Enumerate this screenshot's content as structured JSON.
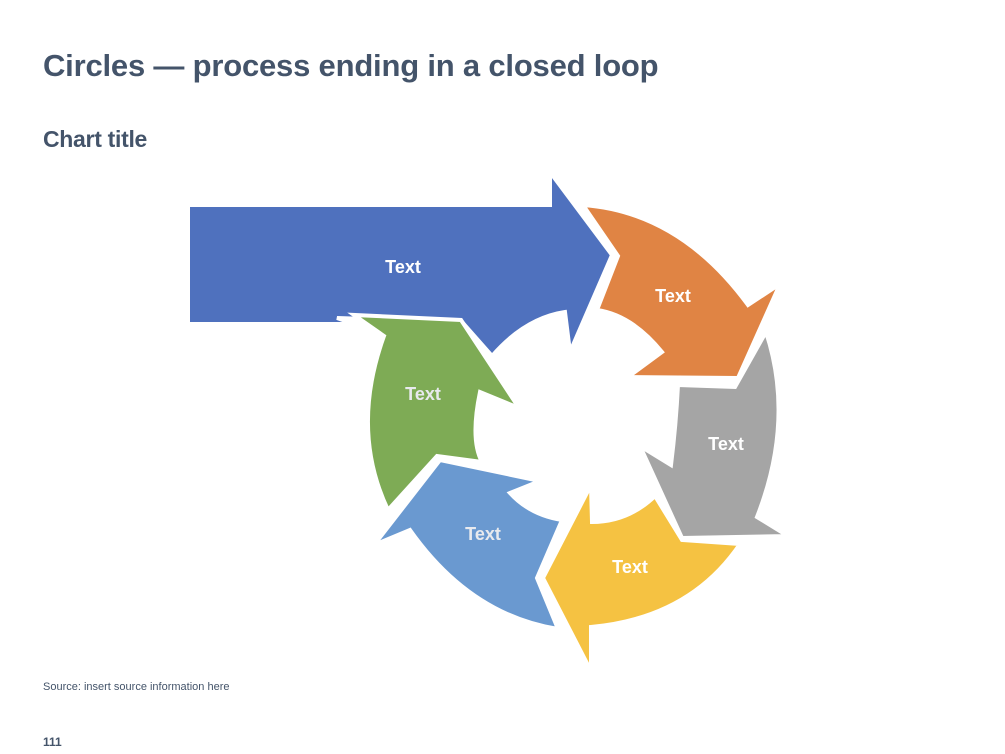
{
  "page": {
    "title": "Circles — process ending in a closed loop",
    "chart_title": "Chart title",
    "source": "Source: insert source information here",
    "page_number": "111"
  },
  "diagram": {
    "type": "circular-process-closed-loop",
    "steps": [
      {
        "id": "entry",
        "label": "Text",
        "color": "#4f71be",
        "text_color": "#ffffff"
      },
      {
        "id": "step-1",
        "label": "Text",
        "color": "#e08444",
        "text_color": "#ffffff"
      },
      {
        "id": "step-2",
        "label": "Text",
        "color": "#a5a5a5",
        "text_color": "#ffffff"
      },
      {
        "id": "step-3",
        "label": "Text",
        "color": "#f5c242",
        "text_color": "#ffffff"
      },
      {
        "id": "step-4",
        "label": "Text",
        "color": "#6a99d0",
        "text_color": "#e8eaee"
      },
      {
        "id": "step-5",
        "label": "Text",
        "color": "#7eab55",
        "text_color": "#e8eaee"
      }
    ]
  }
}
